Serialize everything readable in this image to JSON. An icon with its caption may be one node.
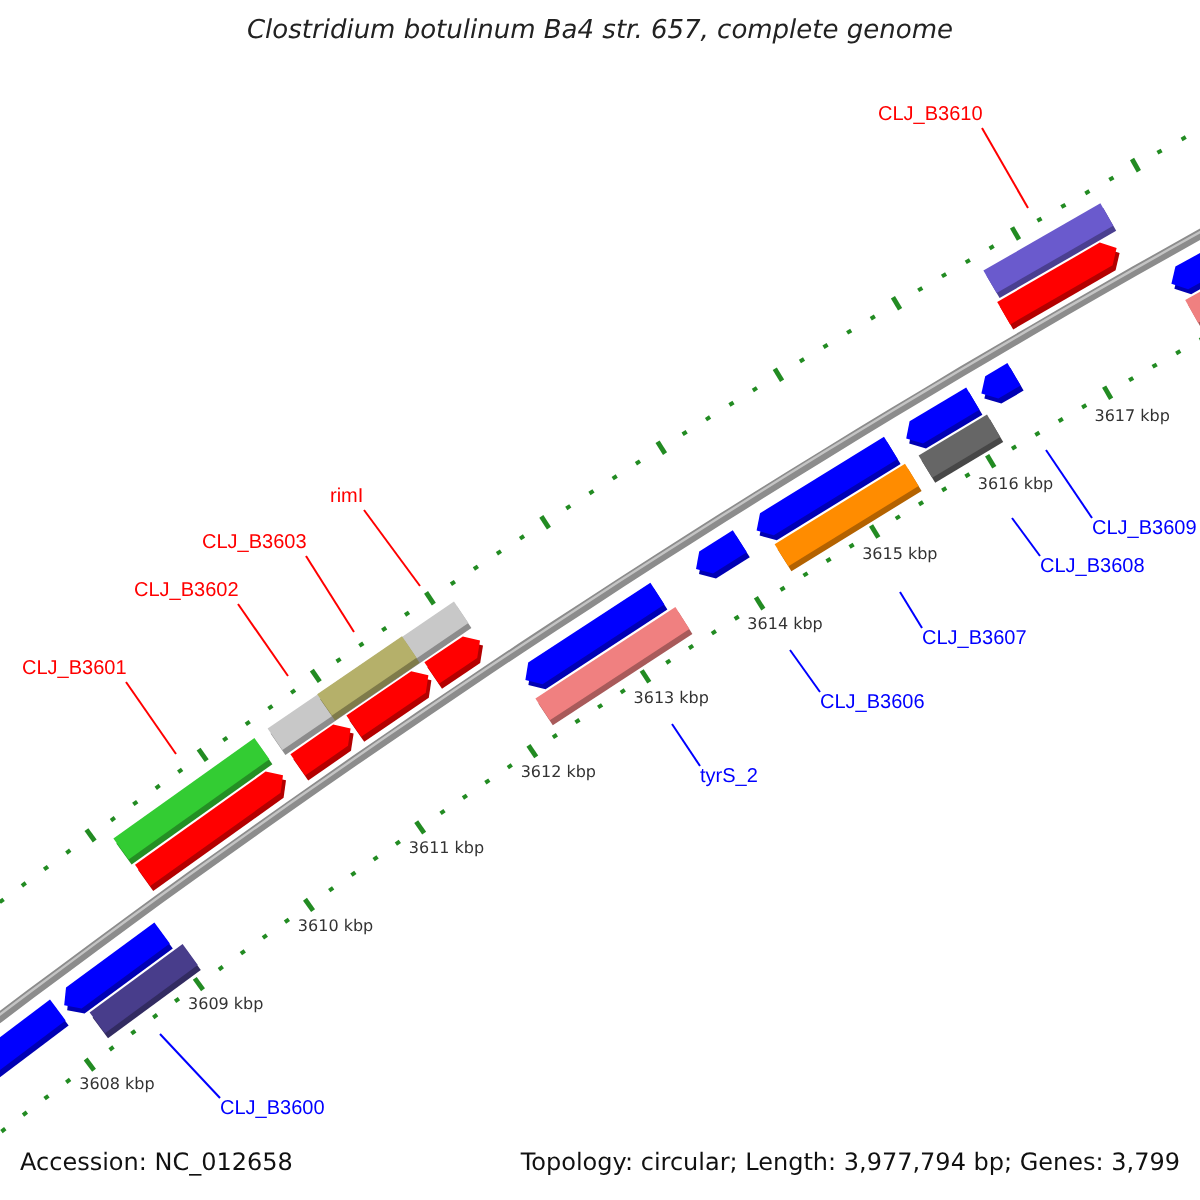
{
  "diagram": {
    "title": "Clostridium botulinum Ba4 str. 657, complete genome",
    "nodes": [
      {
        "text": [
          "CLJ_B3610"
        ]
      },
      {
        "text": [
          "rimI"
        ]
      },
      {
        "text": [
          "CLJ_B3609"
        ]
      },
      {
        "text": [
          "CLJ_B3603"
        ]
      },
      {
        "text": [
          "CLJ_B3608"
        ]
      },
      {
        "text": [
          "CLJ_B3602"
        ]
      },
      {
        "text": [
          "CLJ_B3607"
        ]
      },
      {
        "text": [
          "CLJ_B3601"
        ]
      },
      {
        "text": [
          "CLJ_B3606"
        ]
      },
      {
        "text": [
          "tyrS_2"
        ]
      },
      {
        "text": [
          "CLJ_B3600"
        ]
      }
    ],
    "edges": [
      {
        "from": 0,
        "to": null,
        "arrow": "none",
        "color": "#ff0000"
      },
      {
        "from": 1,
        "to": null,
        "arrow": "none",
        "color": "#ff0000"
      },
      {
        "from": 2,
        "to": null,
        "arrow": "none",
        "color": "#0000ff"
      },
      {
        "from": 3,
        "to": null,
        "arrow": "none",
        "color": "#ff0000"
      },
      {
        "from": 4,
        "to": null,
        "arrow": "none",
        "color": "#0000ff"
      },
      {
        "from": 5,
        "to": null,
        "arrow": "none",
        "color": "#ff0000"
      },
      {
        "from": 6,
        "to": null,
        "arrow": "none",
        "color": "#0000ff"
      },
      {
        "from": 7,
        "to": null,
        "arrow": "none",
        "color": "#ff0000"
      },
      {
        "from": 8,
        "to": null,
        "arrow": "none",
        "color": "#0000ff"
      },
      {
        "from": 9,
        "to": null,
        "arrow": "none",
        "color": "#0000ff"
      },
      {
        "from": 10,
        "to": null,
        "arrow": "none",
        "color": "#0000ff"
      }
    ],
    "labels": [
      "3617 kbp",
      "3616 kbp",
      "3615 kbp",
      "3614 kbp",
      "3613 kbp",
      "3612 kbp",
      "3611 kbp",
      "3610 kbp",
      "3609 kbp",
      "3608 kbp",
      "Accession: NC_012658",
      "Topology: circular; Length: 3,977,794 bp; Genes: 3,799"
    ]
  }
}
